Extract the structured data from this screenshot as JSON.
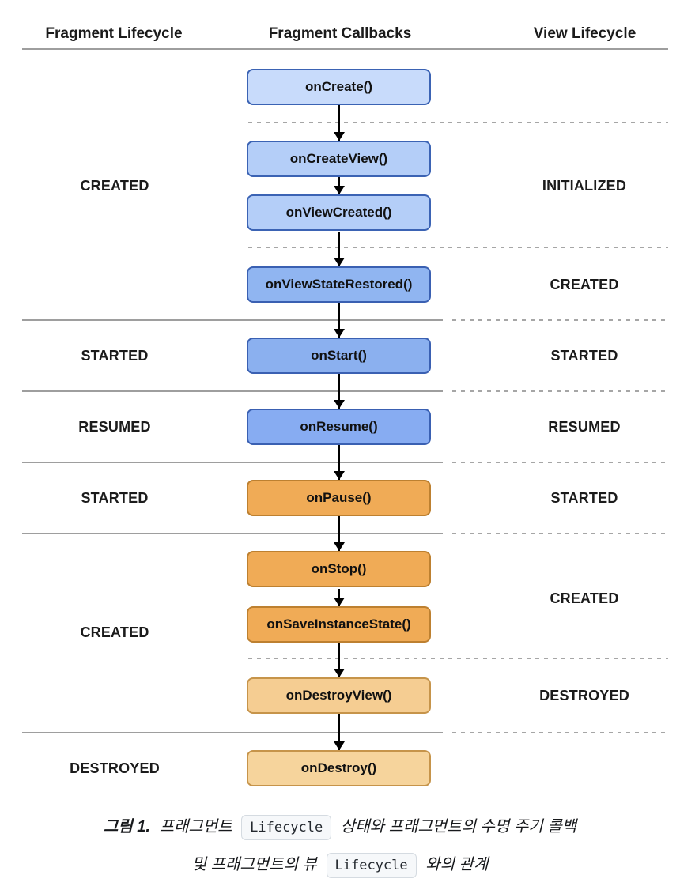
{
  "headers": {
    "fragment_lifecycle": "Fragment Lifecycle",
    "fragment_callbacks": "Fragment Callbacks",
    "view_lifecycle": "View Lifecycle"
  },
  "callbacks": [
    {
      "label": "onCreate()",
      "fill": "#c8dbfb",
      "border": "#3b63b4"
    },
    {
      "label": "onCreateView()",
      "fill": "#b4cef8",
      "border": "#3b63b4"
    },
    {
      "label": "onViewCreated()",
      "fill": "#b4cef8",
      "border": "#3b63b4"
    },
    {
      "label": "onViewStateRestored()",
      "fill": "#90b5f1",
      "border": "#3a60b2"
    },
    {
      "label": "onStart()",
      "fill": "#8bb0ef",
      "border": "#3a60b2"
    },
    {
      "label": "onResume()",
      "fill": "#87acf2",
      "border": "#3a60b2"
    },
    {
      "label": "onPause()",
      "fill": "#f0ab56",
      "border": "#bd8030"
    },
    {
      "label": "onStop()",
      "fill": "#f0ab56",
      "border": "#bd8030"
    },
    {
      "label": "onSaveInstanceState()",
      "fill": "#f0ab56",
      "border": "#bd8030"
    },
    {
      "label": "onDestroyView()",
      "fill": "#f5cd92",
      "border": "#c6944a"
    },
    {
      "label": "onDestroy()",
      "fill": "#f6d49c",
      "border": "#c6944a"
    }
  ],
  "fragment_states": [
    {
      "label": "CREATED"
    },
    {
      "label": "STARTED"
    },
    {
      "label": "RESUMED"
    },
    {
      "label": "STARTED"
    },
    {
      "label": "CREATED"
    },
    {
      "label": "DESTROYED"
    }
  ],
  "view_states": [
    {
      "label": "INITIALIZED"
    },
    {
      "label": "CREATED"
    },
    {
      "label": "STARTED"
    },
    {
      "label": "RESUMED"
    },
    {
      "label": "STARTED"
    },
    {
      "label": "CREATED"
    },
    {
      "label": "DESTROYED"
    }
  ],
  "caption": {
    "figure_label": "그림 1.",
    "line1_pre": "프래그먼트",
    "line1_code": "Lifecycle",
    "line1_post": "상태와 프래그먼트의 수명 주기 콜백",
    "line2_pre": "및 프래그먼트의 뷰",
    "line2_code": "Lifecycle",
    "line2_post": "와의 관계"
  },
  "colors": {
    "background": "#ffffff",
    "rule_gray": "#9e9e9e",
    "dash_gray": "#a6a6a6",
    "arrow_black": "#000000",
    "text_dark": "#1b1b1b",
    "chip_bg": "#f6f8fa",
    "chip_border": "#d5dbe1"
  }
}
